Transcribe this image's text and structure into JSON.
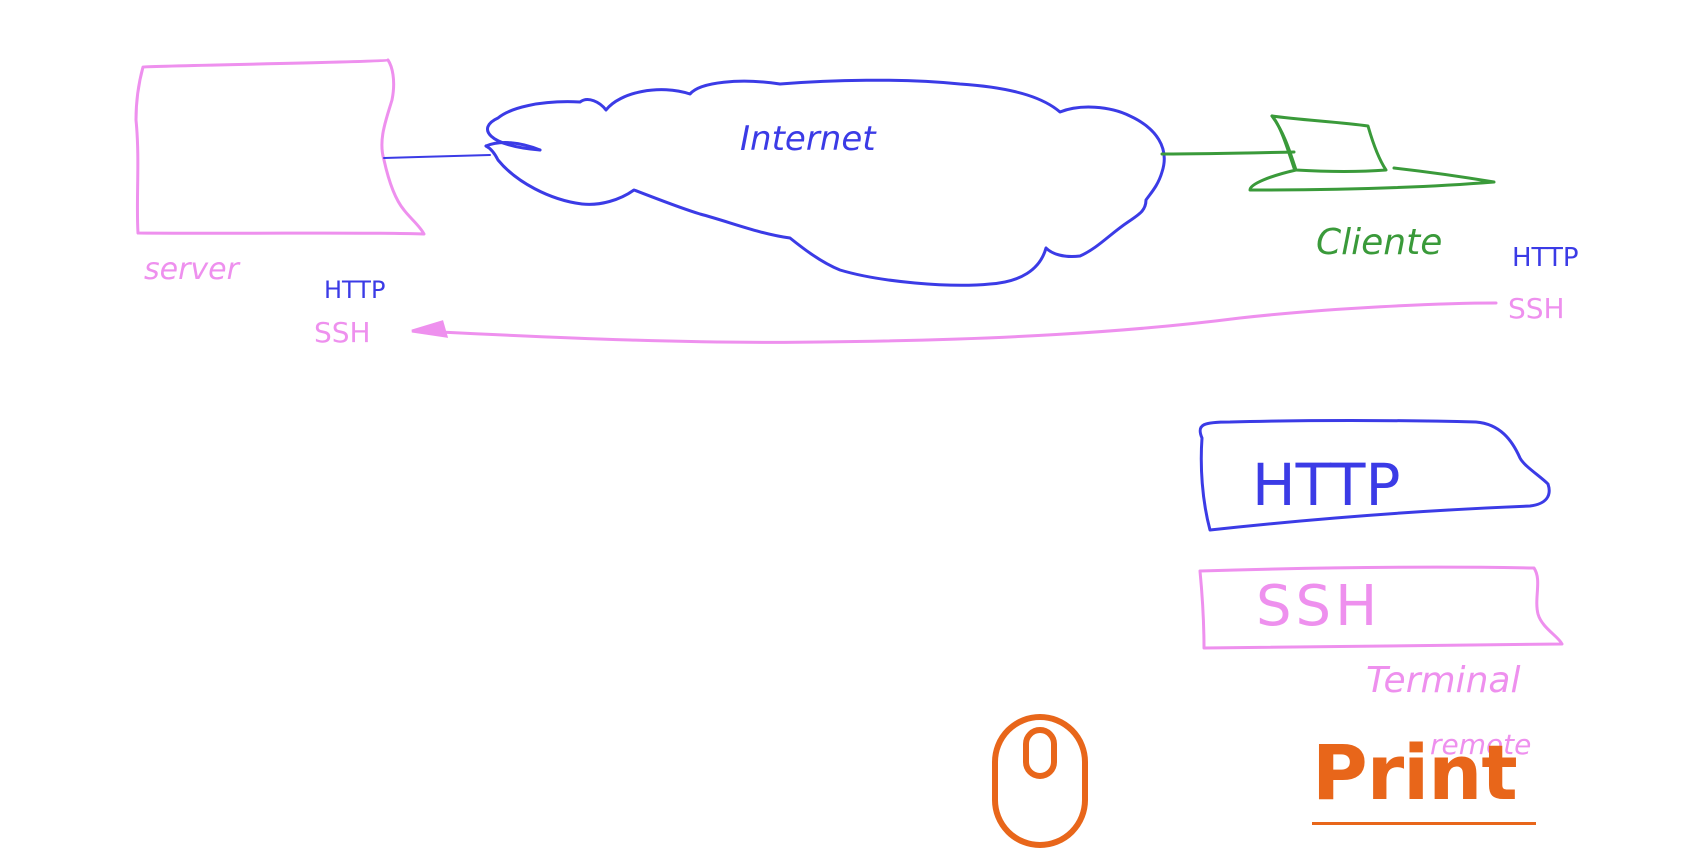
{
  "labels": {
    "internet": "Internet",
    "server": "server",
    "client": "Cliente",
    "server_http": "HTTP",
    "server_ssh": "SSH",
    "client_http": "HTTP",
    "client_ssh": "SSH",
    "box_http": "HTTP",
    "box_ssh": "SSH",
    "terminal": "Terminal",
    "remote": "remote"
  },
  "toolbar": {
    "print_label": "Print"
  },
  "icons": {
    "mouse": "mouse-icon"
  },
  "colors": {
    "server": "#ee90ee",
    "internet": "#3b3be6",
    "client": "#3a9a3a",
    "ssh": "#ee90ee",
    "http": "#3b3be6",
    "print": "#e8661a"
  }
}
